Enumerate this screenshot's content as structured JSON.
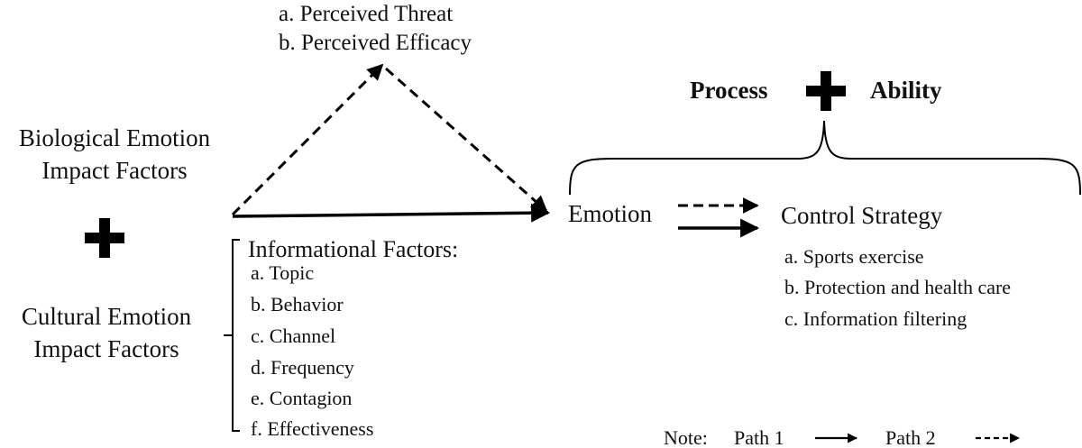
{
  "mediator": {
    "items": [
      "a. Perceived Threat",
      "b. Perceived Efficacy"
    ]
  },
  "left": {
    "biological": [
      "Biological Emotion",
      "Impact Factors"
    ],
    "cultural": [
      "Cultural Emotion",
      "Impact Factors"
    ]
  },
  "informational": {
    "title": "Informational Factors:",
    "items": [
      "a. Topic",
      "b. Behavior",
      "c. Channel",
      "d. Frequency",
      "e. Contagion",
      "f. Effectiveness"
    ]
  },
  "emotion": "Emotion",
  "control": {
    "title": "Control Strategy",
    "items": [
      "a. Sports exercise",
      "b. Protection and health care",
      "c. Information filtering"
    ]
  },
  "header": {
    "process": "Process",
    "ability": "Ability"
  },
  "note": {
    "label": "Note:",
    "path1": "Path 1",
    "path2": "Path 2"
  }
}
